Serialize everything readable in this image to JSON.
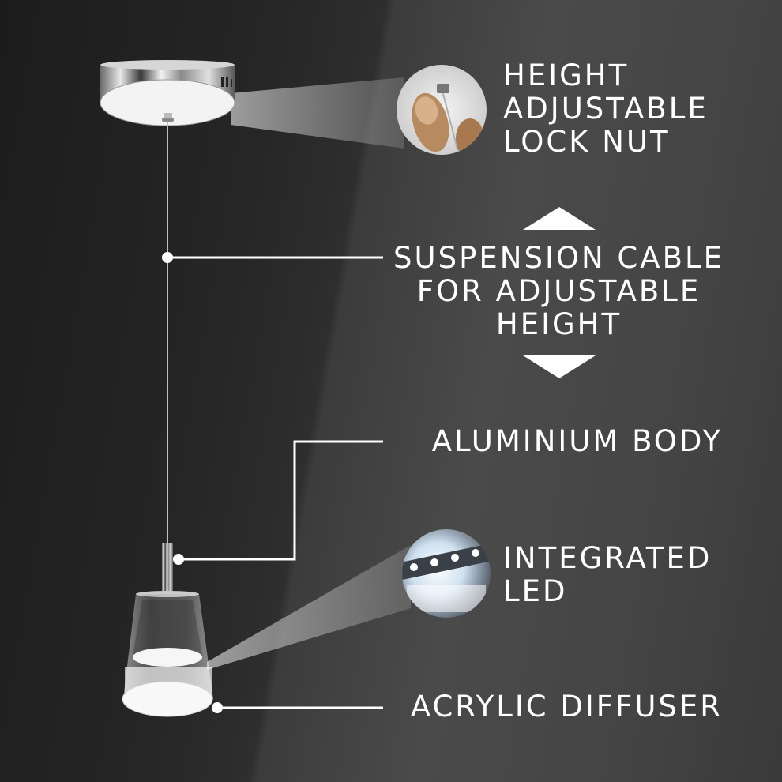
{
  "labels": {
    "lock_nut": [
      "HEIGHT",
      "ADJUSTABLE",
      "LOCK NUT"
    ],
    "cable": [
      "SUSPENSION CABLE",
      "FOR ADJUSTABLE",
      "HEIGHT"
    ],
    "body": [
      "ALUMINIUM BODY"
    ],
    "led": [
      "INTEGRATED",
      "LED"
    ],
    "diffuser": [
      "ACRYLIC DIFFUSER"
    ]
  },
  "colors": {
    "text": "#ffffff",
    "chrome": "#c8c8c8",
    "callout_line": "#ffffff",
    "led_glow": "#e8f4ff"
  }
}
